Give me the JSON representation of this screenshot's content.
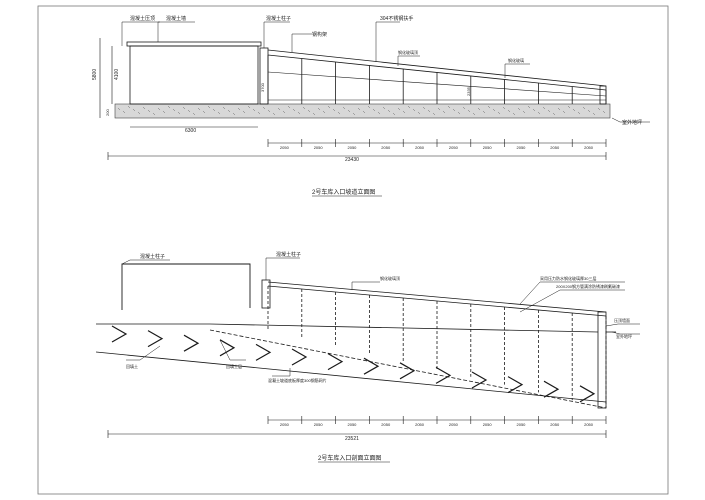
{
  "colors": {
    "line": "#1a1a1a",
    "ground": "#555555",
    "background": "#ffffff"
  },
  "elevation": {
    "title": "2号车库入口坡道立面图",
    "labels": {
      "concrete_top": "混凝土压顶",
      "concrete_wall": "混凝土墙",
      "concrete_column": "混凝土柱子",
      "steel_frame": "钢构架",
      "railing": "304不锈钢扶手",
      "glass_top": "钢化玻璃顶",
      "glass_side": "钢化玻璃",
      "ground": "室外地坪"
    },
    "dims": {
      "height_total": "5800",
      "height_wall": "4100",
      "height_base": "200",
      "height_near": "3700",
      "height_far": "2335",
      "wall_width": "6300",
      "overall": "23430",
      "bays": [
        "2050",
        "2050",
        "2050",
        "2050",
        "2050",
        "2050",
        "2050",
        "2050",
        "2050",
        "2050"
      ]
    }
  },
  "section": {
    "title": "2号车库入口剖面立面图",
    "labels": {
      "column_left": "混凝土柱子",
      "column_right": "混凝土柱子",
      "top_label": "钢化玻璃顶",
      "note_1": "采用压力防水钢化玻璃厚30三层",
      "note_2": "200X200钢方管满涂防锈漆刷氟碳漆",
      "wall_cap": "压顶墙面",
      "ground": "室外地坪",
      "fill_left": "回填土",
      "fill_right": "回填土层",
      "slab": "混凝土坡道底板厚度300钢筋网片"
    },
    "dims": {
      "overall": "23521",
      "bays": [
        "2050",
        "2050",
        "2050",
        "2050",
        "2050",
        "2050",
        "2050",
        "2050",
        "2050",
        "2050"
      ]
    }
  }
}
